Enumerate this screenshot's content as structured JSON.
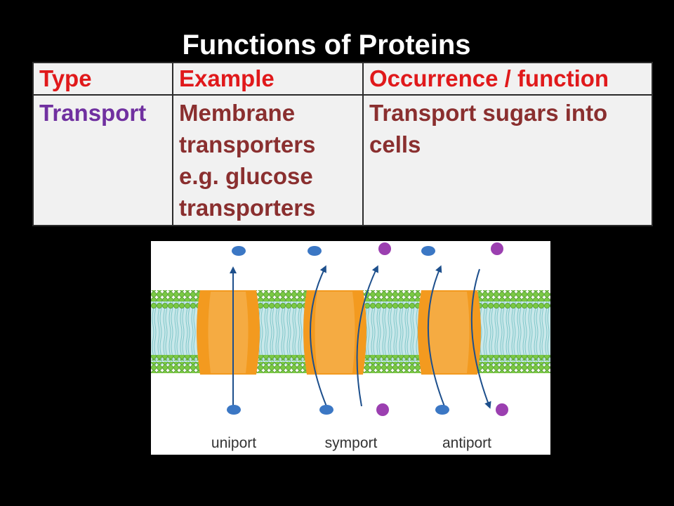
{
  "title": "Functions of Proteins",
  "table": {
    "headers": [
      "Type",
      "Example",
      "Occurrence / function"
    ],
    "rows": [
      {
        "type": "Transport",
        "example_lines": [
          "Membrane",
          "transporters",
          "e.g. glucose",
          "transporters"
        ],
        "function_lines": [
          "Transport sugars into",
          "cells"
        ]
      }
    ]
  },
  "diagram": {
    "labels": [
      "uniport",
      "symport",
      "antiport"
    ]
  },
  "colors": {
    "background": "#000000",
    "header_text": "#e0191b",
    "type_text": "#7030a0",
    "body_text": "#8a2f2f",
    "protein": "#f39a1f",
    "lipid_head": "#7ac943",
    "lipid_core": "#c9e8ea",
    "arrow": "#1d4f8c",
    "glucose": "#3b77c4",
    "ion": "#9b3fb0"
  }
}
